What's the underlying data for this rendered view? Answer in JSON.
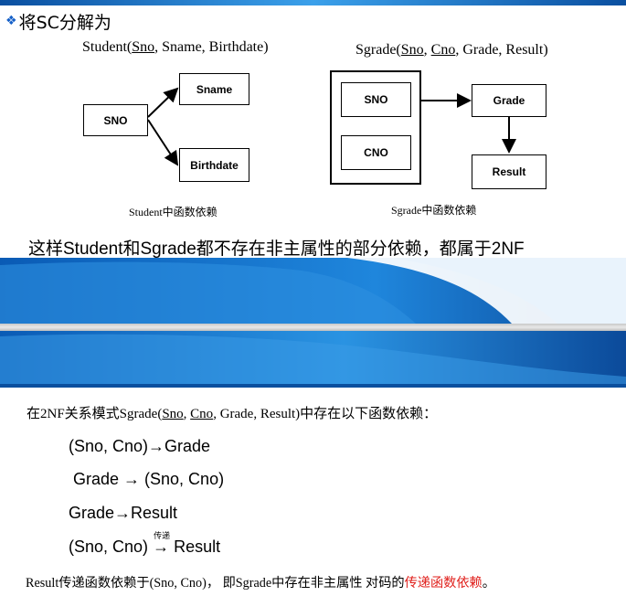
{
  "slide1": {
    "heading": "将SC分解为",
    "bullet_icon": "diamond-cluster-icon",
    "student_schema": {
      "name": "Student(",
      "key": "Sno",
      "rest": ", Sname, Birthdate)"
    },
    "sgrade_schema": {
      "name": "Sgrade(",
      "key1": "Sno",
      "sep1": ", ",
      "key2": "Cno",
      "rest": ", Grade, Result)"
    },
    "student_diagram": {
      "source": "SNO",
      "targets": [
        "Sname",
        "Birthdate"
      ],
      "caption": "Student中函数依赖"
    },
    "sgrade_diagram": {
      "keys": [
        "SNO",
        "CNO"
      ],
      "grade": "Grade",
      "result": "Result",
      "caption": "Sgrade中函数依赖"
    },
    "conclusion": "这样Student和Sgrade都不存在非主属性的部分依赖，都属于2NF"
  },
  "slide2": {
    "intro": {
      "prefix": "在2NF关系模式Sgrade(",
      "key1": "Sno",
      "sep": ", ",
      "key2": "Cno",
      "suffix": ", Grade, Result)中存在以下函数依赖："
    },
    "fd1": "(Sno, Cno)→Grade",
    "fd2": "Grade → (Sno, Cno)",
    "fd3": "Grade→Result",
    "fd4": {
      "left": "(Sno, Cno)",
      "arrow": "→",
      "label": "传递",
      "right": "Result"
    },
    "summary": {
      "prefix": "Result传递函数依赖于(Sno, Cno)，  即Sgrade中存在非主属性 对码的",
      "highlight": "传递函数依赖",
      "suffix": "。"
    }
  },
  "colors": {
    "accent_blue": "#1e7ad6",
    "highlight_red": "#e0201c"
  }
}
